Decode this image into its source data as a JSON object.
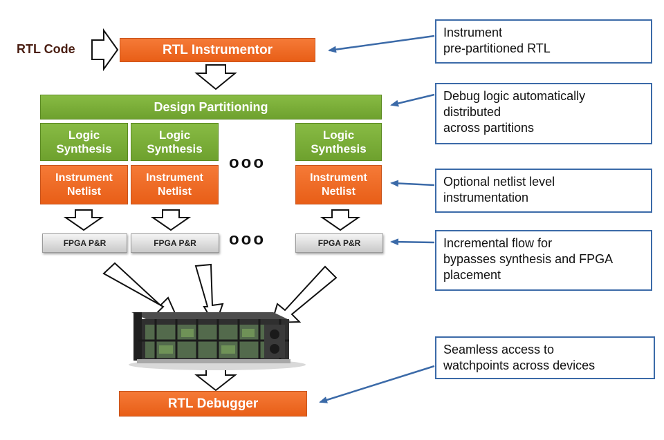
{
  "inputs": {
    "rtl_code": "RTL Code"
  },
  "boxes": {
    "rtl_instrumentor": "RTL Instrumentor",
    "design_partitioning": "Design Partitioning",
    "logic_synthesis": [
      "Logic",
      "Synthesis"
    ],
    "instrument_netlist": [
      "Instrument",
      "Netlist"
    ],
    "fpga_pr": "FPGA P&R",
    "rtl_debugger": "RTL Debugger",
    "ellipsis": "ooo"
  },
  "notes": {
    "instrument": [
      "Instrument",
      "pre-partitioned RTL"
    ],
    "debug_logic": [
      "Debug logic automatically",
      "distributed",
      "across partitions"
    ],
    "optional_netlist": [
      "Optional netlist level",
      "instrumentation"
    ],
    "incremental_flow": [
      "Incremental flow for",
      "bypasses synthesis and FPGA",
      "placement"
    ],
    "seamless_access": [
      "Seamless access to",
      "watchpoints across devices"
    ]
  },
  "colors": {
    "orange": "#ee6a24",
    "green": "#79ad37",
    "note_border": "#3b6aa8",
    "arrow_blue": "#3b6aa8",
    "rtl_code_text": "#4a1e12"
  }
}
